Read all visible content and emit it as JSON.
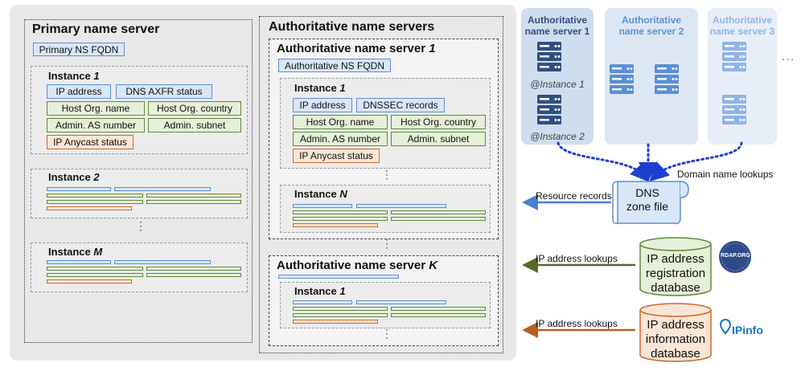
{
  "primary": {
    "title": "Primary name server",
    "fqdn": "Primary NS FQDN",
    "instance1_prefix": "Instance ",
    "instance1_num": "1",
    "instance2_prefix": "Instance ",
    "instance2_num": "2",
    "instanceM_prefix": "Instance ",
    "instanceM_num": "M",
    "fields": {
      "ip": "IP address",
      "axfr": "DNS AXFR status",
      "org_name": "Host Org. name",
      "org_country": "Host Org. country",
      "as_number": "Admin. AS number",
      "subnet": "Admin. subnet",
      "anycast": "IP Anycast status"
    }
  },
  "authoritative": {
    "title": "Authoritative name servers",
    "server1_prefix": "Authoritative name server ",
    "server1_num": "1",
    "fqdn": "Authoritative NS FQDN",
    "instance1_prefix": "Instance ",
    "instance1_num": "1",
    "instanceN_prefix": "Instance ",
    "instanceN_num": "N",
    "serverK_prefix": "Authoritative name server ",
    "serverK_num": "K",
    "serverK_instance_prefix": "Instance ",
    "serverK_instance_num": "1",
    "fields": {
      "ip": "IP address",
      "dnssec": "DNSSEC records",
      "org_name": "Host Org. name",
      "org_country": "Host Org. country",
      "as_number": "Admin. AS number",
      "subnet": "Admin. subnet",
      "anycast": "IP Anycast status"
    }
  },
  "servers": {
    "s1_line1": "Authoritative",
    "s1_line2": "name server 1",
    "s2_line1": "Authoritative",
    "s2_line2": "name server 2",
    "s3_line1": "Authoritative",
    "s3_line2": "name server 3",
    "instance1": "@Instance 1",
    "instance2": "@Instance 2",
    "more": "..."
  },
  "zone_file": {
    "line1": "DNS",
    "line2": "zone file"
  },
  "labels": {
    "domain_lookups": "Domain name lookups",
    "resource_records": "Resource records",
    "ip_lookups_1": "IP address lookups",
    "ip_lookups_2": "IP address lookups"
  },
  "databases": {
    "registration": {
      "line1": "IP address",
      "line2": "registration",
      "line3": "database"
    },
    "information": {
      "line1": "IP address",
      "line2": "information",
      "line3": "database"
    }
  },
  "logos": {
    "rdap": "RDAP.ORG",
    "ipinfo": "IPinfo"
  },
  "colors": {
    "blue": "#4a7fd0",
    "green": "#556b2f",
    "orange": "#b8601e",
    "server_dark": "#2f4f7f",
    "server_mid": "#5b8fd6",
    "server_light": "#8fb4e8"
  }
}
